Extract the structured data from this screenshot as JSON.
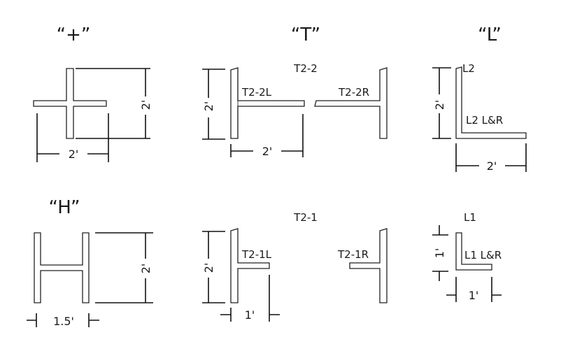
{
  "titles": {
    "plus": "“+”",
    "tee": "“T”",
    "ell": "“L”",
    "aitch": "“H”"
  },
  "plus": {
    "height": "2'",
    "width": "2'"
  },
  "t2_2": {
    "name": "T2-2",
    "left": "T2-2L",
    "right": "T2-2R",
    "height": "2'",
    "width": "2'"
  },
  "l2": {
    "name": "L2",
    "piece": "L2 L&R",
    "height": "2'",
    "width": "2'"
  },
  "h": {
    "height": "2'",
    "width": "1.5'"
  },
  "t2_1": {
    "name": "T2-1",
    "left": "T2-1L",
    "right": "T2-1R",
    "height": "2'",
    "width": "1'"
  },
  "l1": {
    "name": "L1",
    "piece": "L1 L&R",
    "height": "1'",
    "width": "1'"
  }
}
